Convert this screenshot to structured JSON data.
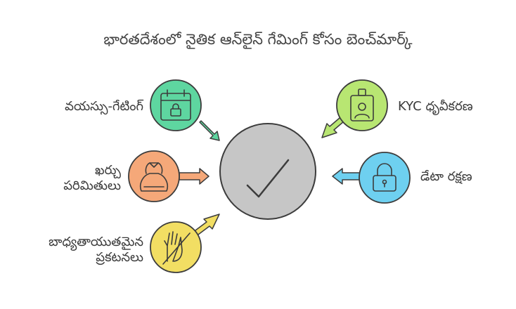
{
  "title": "భారతదేశంలో నైతిక ఆన్‌లైన్ గేమింగ్ కోసం బెంచ్‌మార్క్",
  "center": {
    "icon": "checkmark-icon"
  },
  "items": [
    {
      "key": "age",
      "label_lines": [
        "వయస్సు-గేటింగ్"
      ],
      "icon": "calendar-lock-icon",
      "color": "#5ed6a0"
    },
    {
      "key": "spend",
      "label_lines": [
        "ఖర్చు",
        "పరిమితులు"
      ],
      "icon": "money-bag-icon",
      "color": "#f5a879"
    },
    {
      "key": "ads",
      "label_lines": [
        "బాధ్యతాయుతమైన",
        "ప్రకటనలు"
      ],
      "icon": "no-hand-icon",
      "color": "#f2de63"
    },
    {
      "key": "kyc",
      "label_lines": [
        "KYC ధృవీకరణ"
      ],
      "icon": "id-badge-icon",
      "color": "#b8e672"
    },
    {
      "key": "data",
      "label_lines": [
        "డేటా రక్షణ"
      ],
      "icon": "padlock-icon",
      "color": "#6ed0f0"
    }
  ]
}
